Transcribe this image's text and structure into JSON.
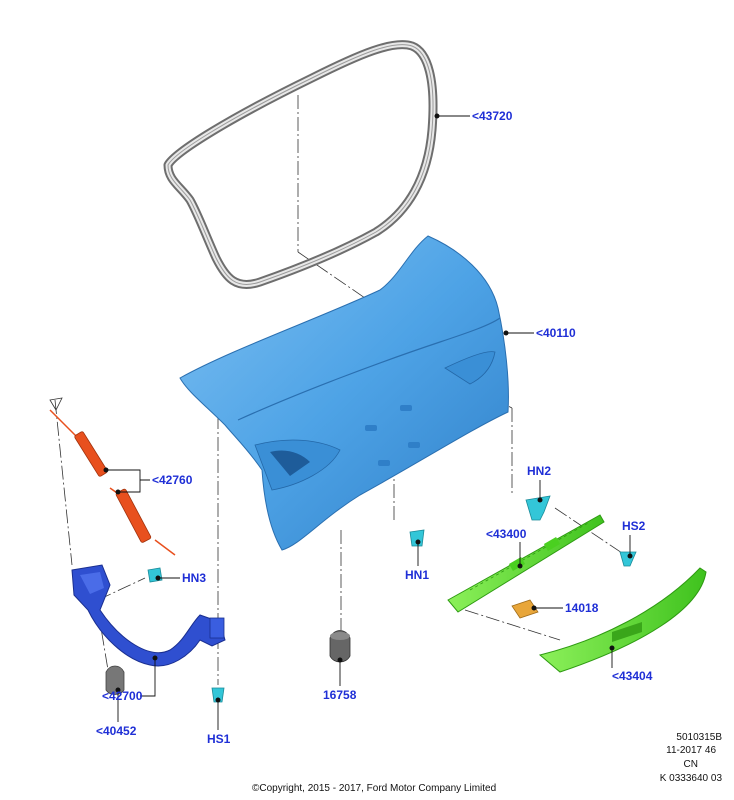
{
  "callouts": {
    "p43720": "<43720",
    "p40110": "<40110",
    "p42760": "<42760",
    "hn3": "HN3",
    "p42700": "<42700",
    "p40452": "<40452",
    "hs1": "HS1",
    "p16758": "16758",
    "hn1": "HN1",
    "hn2": "HN2",
    "hs2": "HS2",
    "p43400": "<43400",
    "p14018": "14018",
    "p43404": "<43404"
  },
  "footer": {
    "copyright": "©Copyright, 2015 - 2017, Ford Motor Company Limited",
    "code1": "5010315B",
    "code2": "11-2017 46",
    "code3": "CN",
    "code4": "K 0333640 03"
  },
  "colors": {
    "panel_blue": "#4ea3e6",
    "hinge_blue": "#2f4fd0",
    "strut_orange": "#e8501e",
    "garnish_green": "#5fdc2e",
    "clip_cyan": "#33c6d8",
    "bracket_orange": "#e8a63a",
    "callout_text": "#1f2fd6"
  }
}
